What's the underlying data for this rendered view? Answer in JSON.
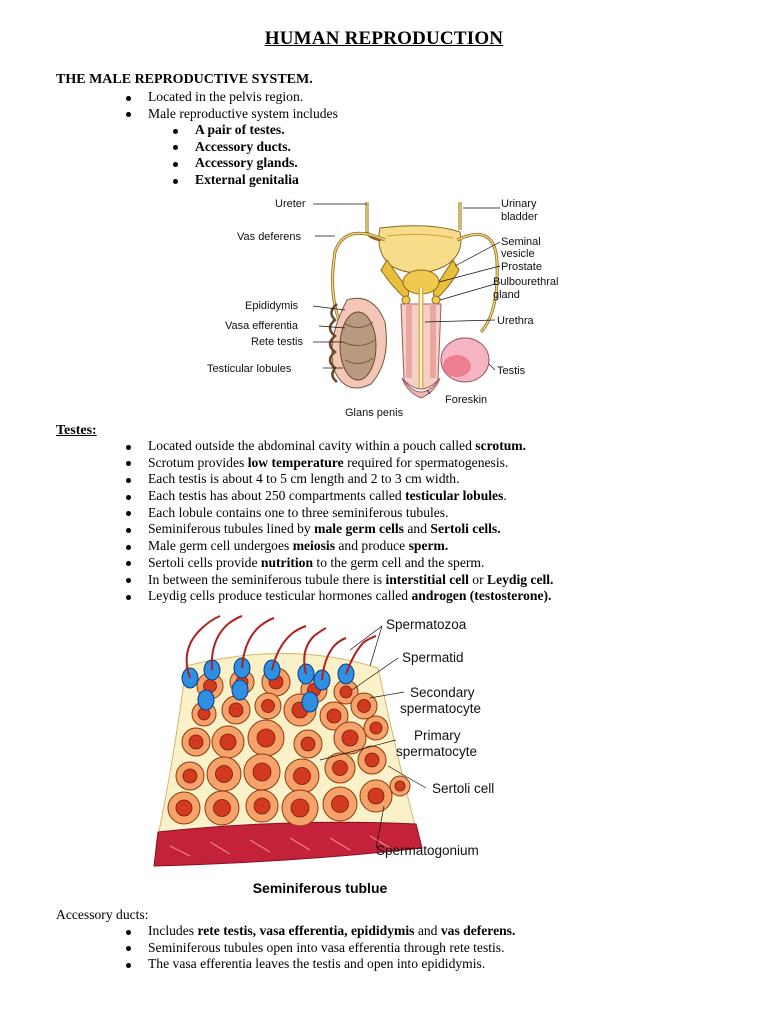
{
  "document": {
    "title": "HUMAN REPRODUCTION",
    "male_section": {
      "heading": "THE MALE REPRODUCTIVE SYSTEM.",
      "bullets": [
        "Located in the pelvis region.",
        "Male reproductive system includes"
      ],
      "sub_bullets": [
        "A pair of testes.",
        "Accessory ducts.",
        "Accessory glands.",
        "External genitalia"
      ]
    },
    "figure1": {
      "labels": {
        "ureter": "Ureter",
        "vas_deferens": "Vas deferens",
        "epididymis": "Epididymis",
        "vasa_efferentia": "Vasa efferentia",
        "rete_testis": "Rete testis",
        "testicular_lobules": "Testicular lobules",
        "glans_penis": "Glans penis",
        "urinary_bladder_1": "Urinary",
        "urinary_bladder_2": "bladder",
        "seminal_vesicle_1": "Seminal",
        "seminal_vesicle_2": "vesicle",
        "prostate": "Prostate",
        "bulbourethral_1": "Bulbourethral",
        "bulbourethral_2": "gland",
        "urethra": "Urethra",
        "testis": "Testis",
        "foreskin": "Foreskin"
      }
    },
    "testes": {
      "heading": "Testes:",
      "bullets": [
        [
          "Located outside the abdominal cavity within a pouch called ",
          "scrotum.",
          ""
        ],
        [
          "Scrotum provides ",
          "low temperature",
          " required for spermatogenesis."
        ],
        [
          "Each testis is about 4 to 5 cm length and 2 to 3 cm width.",
          "",
          ""
        ],
        [
          "Each testis has about 250 compartments called ",
          "testicular lobules",
          "."
        ],
        [
          "Each lobule contains one to three seminiferous tubules.",
          "",
          ""
        ],
        [
          "Seminiferous tubules lined by ",
          "male germ cells",
          " and ",
          "Sertoli cells."
        ],
        [
          "Male germ cell undergoes ",
          "meiosis",
          " and produce ",
          "sperm."
        ],
        [
          "Sertoli cells provide ",
          "nutrition",
          " to the germ cell and the sperm."
        ],
        [
          "In between the seminiferous tubule there is ",
          "interstitial cell",
          " or ",
          "Leydig cell."
        ],
        [
          "Leydig cells produce testicular hormones called ",
          "androgen (testosterone)."
        ]
      ]
    },
    "figure2": {
      "labels": {
        "spermatozoa": "Spermatozoa",
        "spermatid": "Spermatid",
        "secondary_1": "Secondary",
        "secondary_2": "spermatocyte",
        "primary_1": "Primary",
        "primary_2": "spermatocyte",
        "sertoli": "Sertoli cell",
        "spermatogonium": "Spermatogonium"
      },
      "caption": "Seminiferous tublue"
    },
    "accessory": {
      "heading": "Accessory ducts:",
      "bullets": [
        [
          "Includes ",
          "rete testis, vasa efferentia, epididymis",
          " and ",
          "vas deferens."
        ],
        [
          "Seminiferous tubules open into vasa efferentia through rete testis.",
          "",
          ""
        ],
        [
          "The vasa efferentia leaves the testis and open into epididymis.",
          "",
          ""
        ]
      ]
    }
  }
}
